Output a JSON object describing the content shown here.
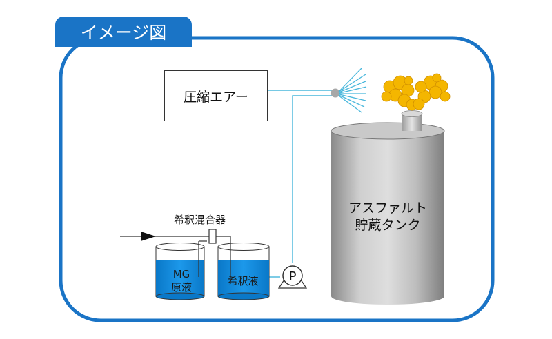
{
  "frame": {
    "title": "イメージ図"
  },
  "air_box": {
    "label": "圧縮エアー"
  },
  "tank": {
    "label_line1": "アスファルト",
    "label_line2": "貯蔵タンク"
  },
  "mixer": {
    "label": "希釈混合器"
  },
  "mg_container": {
    "label_line1": "MG",
    "label_line2": "原液"
  },
  "dilution_container": {
    "label": "希釈液"
  },
  "pump": {
    "label": "P"
  },
  "colors": {
    "frame_blue": "#1a74c6",
    "liquid_blue": "#0c87de",
    "pipe_cyan": "#48b7dc",
    "tank_gray": "#b8b8b8",
    "foam_yellow": "#f4b600"
  }
}
